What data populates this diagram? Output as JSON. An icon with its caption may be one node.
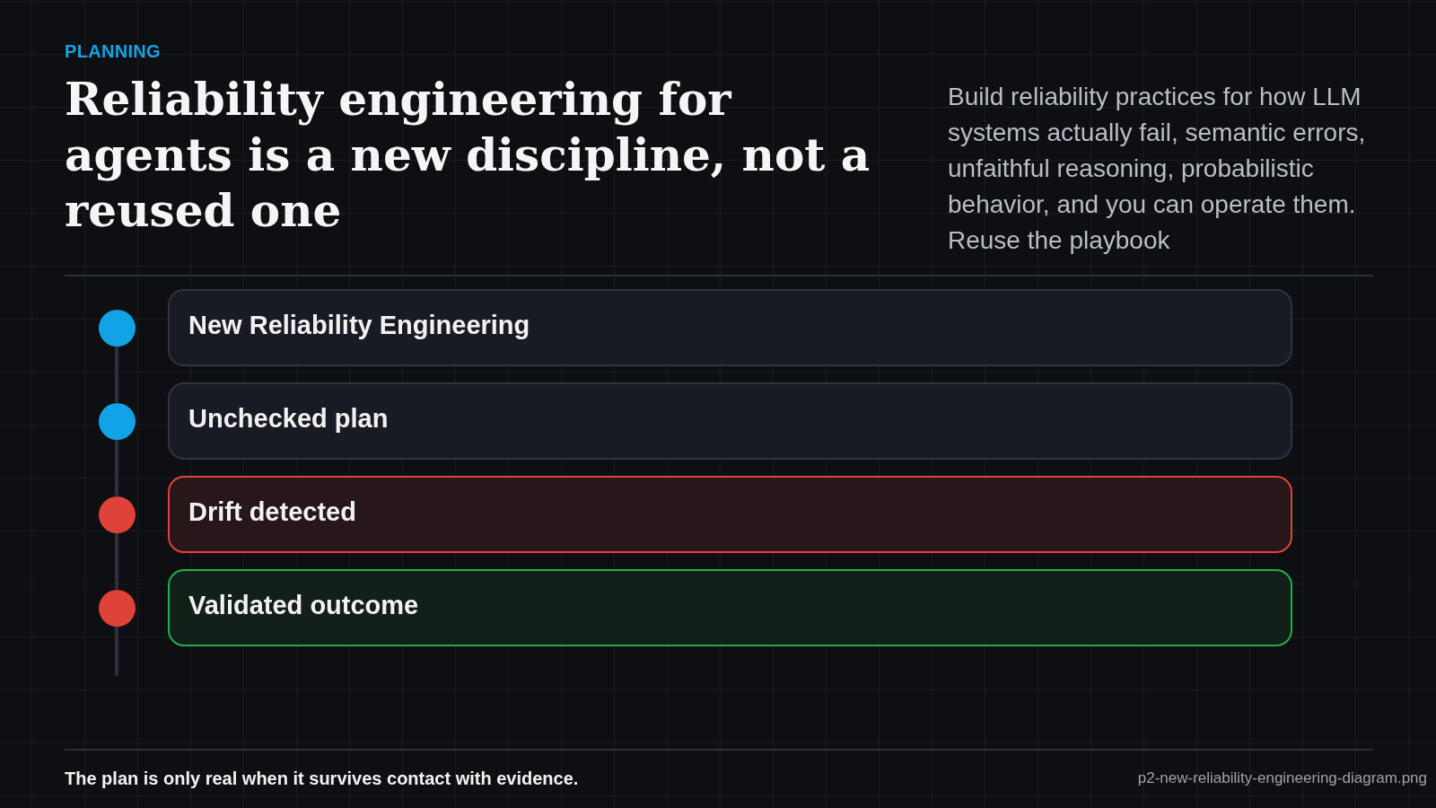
{
  "diagram": {
    "title": "Reliability engineering for agents is a new discipline, not a reused one",
    "caption": "The plan is only real when it survives contact with evidence.",
    "nodes": [
      {
        "text": [],
        "shape": "circle"
      },
      {
        "text": [
          "New Reliability Engineering"
        ]
      },
      {
        "text": [],
        "shape": "circle"
      },
      {
        "text": [
          "Unchecked plan"
        ]
      },
      {
        "text": [],
        "shape": "circle"
      },
      {
        "text": [
          "Drift detected"
        ]
      },
      {
        "text": [],
        "shape": "circle"
      },
      {
        "text": [
          "Validated outcome"
        ]
      }
    ],
    "edges": [
      {
        "from": 0,
        "to": 2,
        "arrow": "none"
      },
      {
        "from": 2,
        "to": 4,
        "arrow": "none"
      },
      {
        "from": 4,
        "to": 6,
        "arrow": "none"
      },
      {
        "from": 6,
        "to": null,
        "arrow": "none"
      }
    ],
    "labels": [
      "PLANNING",
      "Build reliability practices for how LLM systems actually fail, semantic errors, unfaithful reasoning, probabilistic behavior, and you can operate them. Reuse the playbook",
      "p2-new-reliability-engineering-diagram.png"
    ]
  }
}
